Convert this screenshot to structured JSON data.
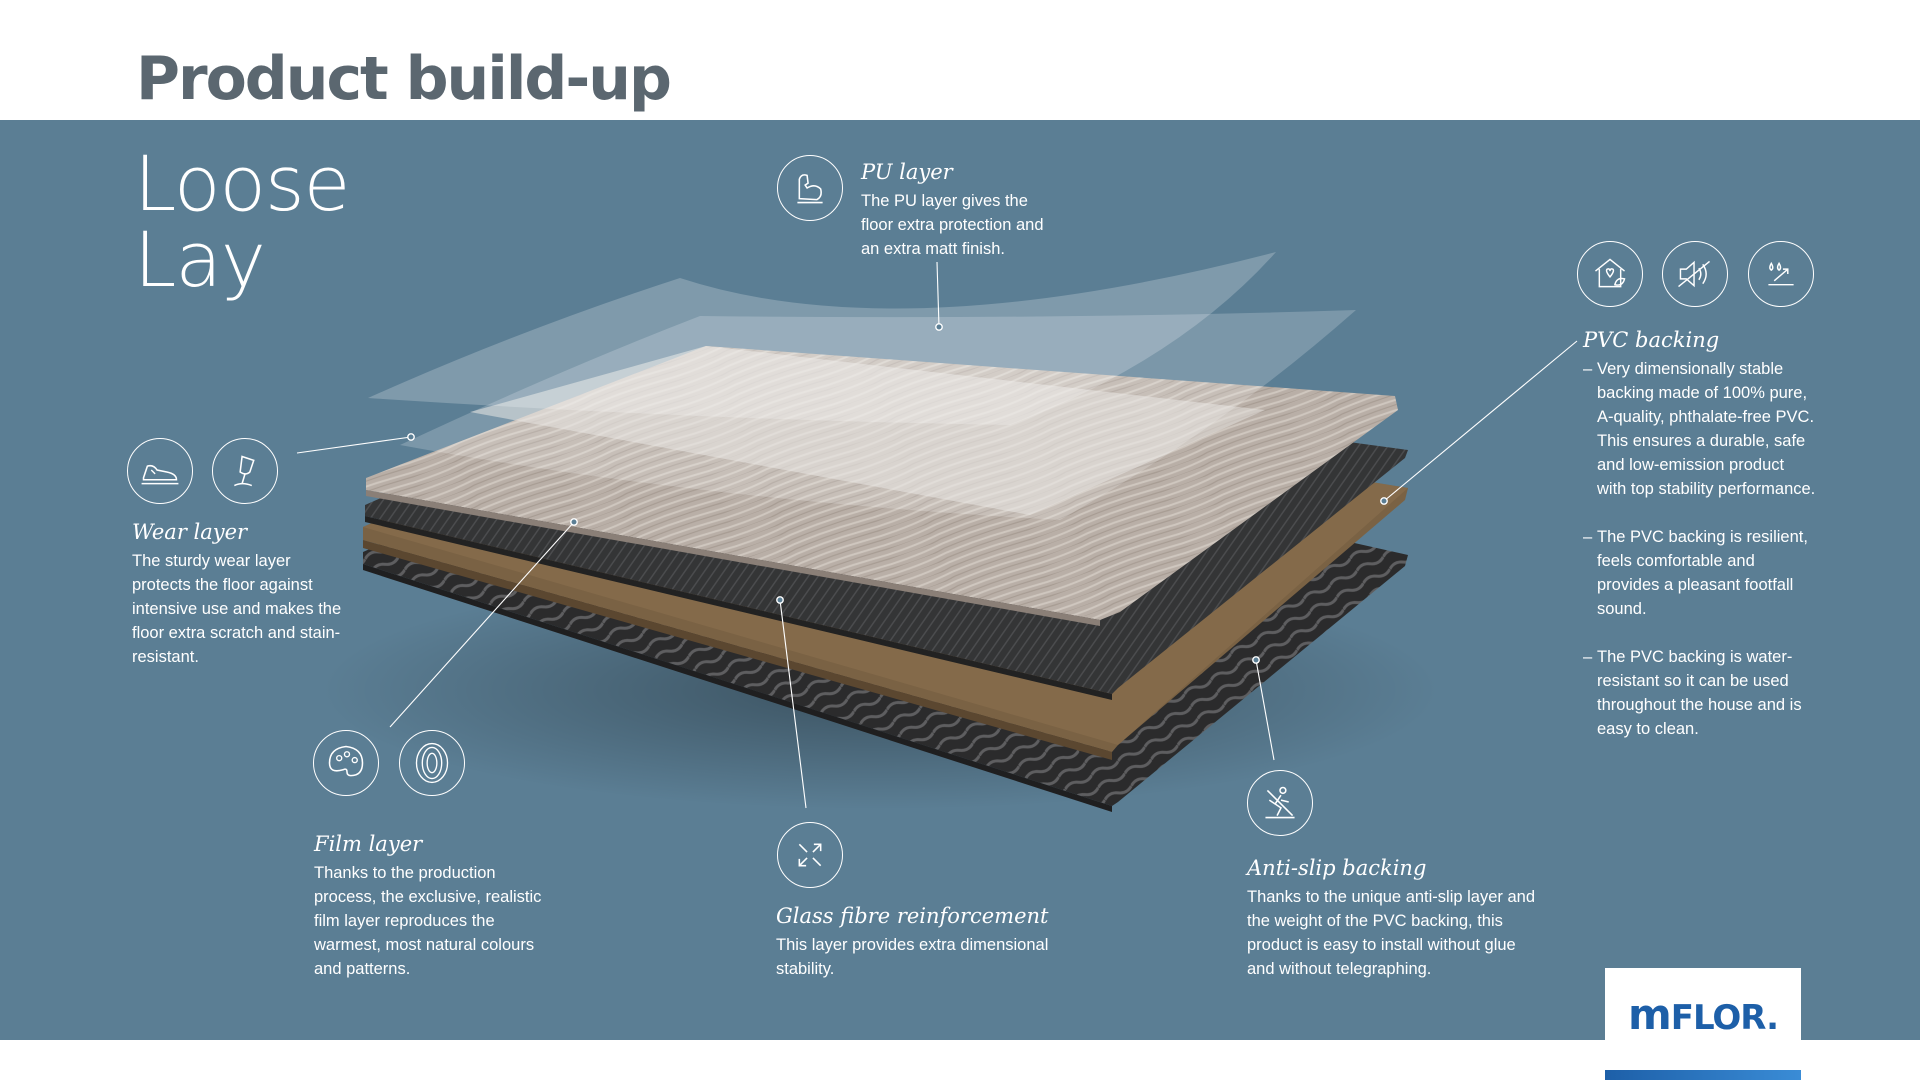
{
  "header": {
    "title": "Product build-up"
  },
  "subtitle": {
    "line1": "Loose",
    "line2": "Lay"
  },
  "colors": {
    "panel": "#5b7e94",
    "title": "#5b6770",
    "brand": "#1d5fa8",
    "text": "#ffffff"
  },
  "layers": {
    "pu": {
      "title": "PU layer",
      "text": "The PU layer gives the floor extra protection and an extra matt finish.",
      "icons": [
        "strength-arm-icon"
      ]
    },
    "wear": {
      "title": "Wear layer",
      "text": "The sturdy wear layer protects the floor against intensive use and makes the floor extra scratch and stain-resistant.",
      "icons": [
        "sneaker-icon",
        "wine-spill-icon"
      ]
    },
    "film": {
      "title": "Film layer",
      "text": "Thanks to the production process, the exclusive, realistic film layer reproduces the warmest, most natural colours and patterns.",
      "icons": [
        "palette-icon",
        "wood-grain-icon"
      ]
    },
    "glass": {
      "title": "Glass fibre reinforcement",
      "text": "This layer provides extra dimensional stability.",
      "icons": [
        "expand-arrows-icon"
      ]
    },
    "antislip": {
      "title": "Anti-slip backing",
      "text": "Thanks to the unique anti-slip layer and the weight of the PVC backing, this product is easy to install without glue and without telegraphing.",
      "icons": [
        "anti-slip-icon"
      ]
    },
    "pvc": {
      "title": "PVC backing",
      "bullets": [
        "Very dimensionally stable backing made of 100% pure, A-quality, phthalate-free PVC. This ensures a durable, safe and low-emission product with top stability performance.",
        "The PVC backing is resilient, feels comfortable and provides a pleasant footfall sound.",
        "The PVC backing is water-resistant so it can be used throughout the house and is easy to clean."
      ],
      "icons": [
        "eco-home-icon",
        "sound-reduction-icon",
        "water-resistant-icon"
      ]
    }
  },
  "logo": {
    "m": "m",
    "text": "FLOR."
  }
}
